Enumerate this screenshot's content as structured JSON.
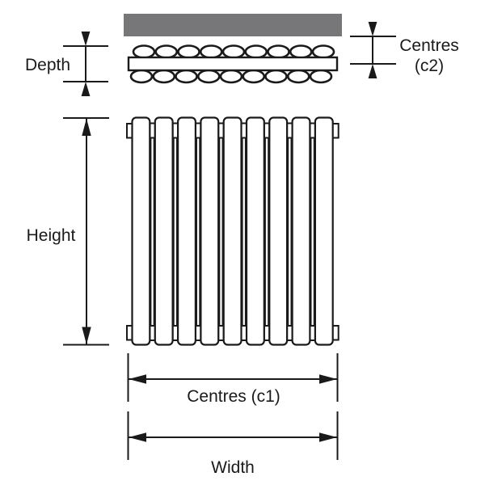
{
  "diagram": {
    "type": "radiator-dimension-diagram",
    "labels": {
      "depth": "Depth",
      "height": "Height",
      "width": "Width",
      "centres_c1": "Centres (c1)",
      "centres_c2_line1": "Centres",
      "centres_c2_line2": "(c2)"
    },
    "counts": {
      "panels": 9,
      "ovals_per_row": 9,
      "oval_rows": 2
    },
    "colors": {
      "wall": "#77777a",
      "line": "#1a1a1a",
      "panel_fill": "#ffffff",
      "background": "#ffffff"
    }
  }
}
